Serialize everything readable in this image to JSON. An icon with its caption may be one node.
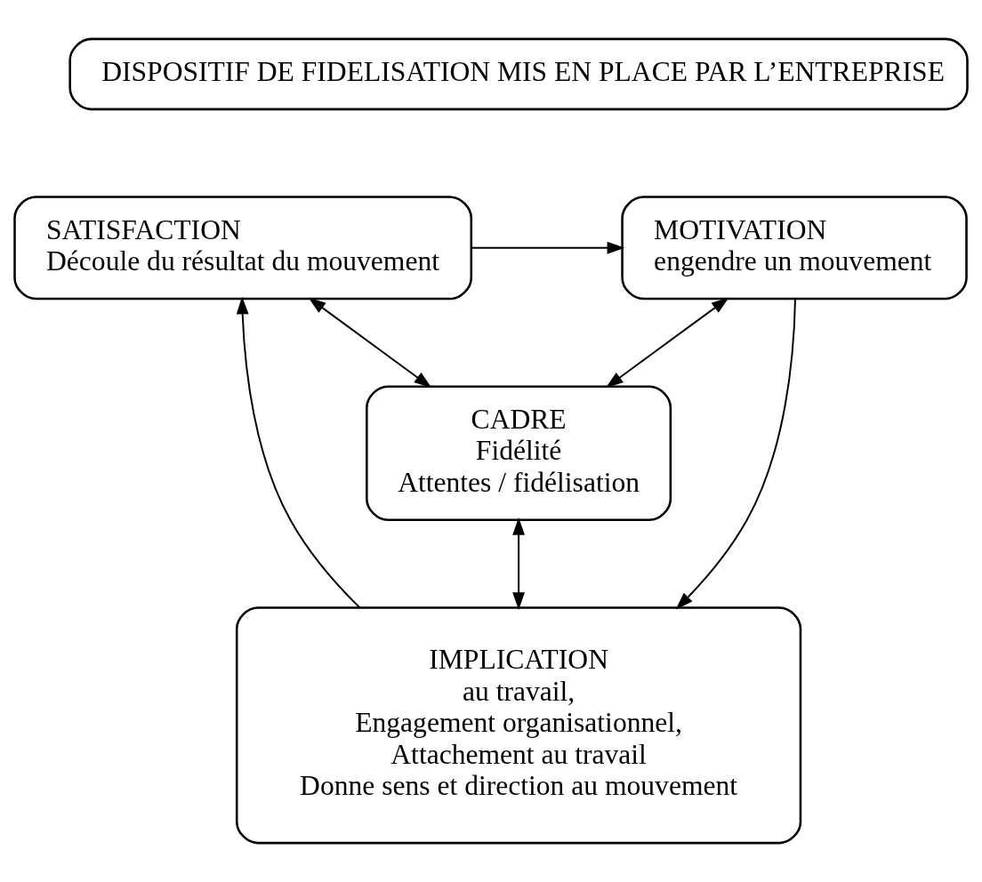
{
  "diagram": {
    "nodes": [
      {
        "text": [
          "DISPOSITIF DE FIDELISATION MIS EN PLACE PAR L’ENTREPRISE"
        ]
      },
      {
        "text": [
          "MOTIVATION",
          "engendre un mouvement"
        ]
      },
      {
        "text": [
          "SATISFACTION",
          "Découle du résultat du mouvement"
        ]
      },
      {
        "text": [
          "CADRE",
          "Fidélité",
          "Attentes / fidélisation"
        ]
      },
      {
        "text": [
          "IMPLICATION",
          "au travail,",
          "Engagement organisationnel,",
          "Attachement au travail",
          "Donne sens et direction au mouvement"
        ]
      }
    ],
    "edges": [
      {
        "from": 2,
        "to": 1,
        "arrow": "to"
      },
      {
        "from": 1,
        "to": 3,
        "arrow": "both"
      },
      {
        "from": 2,
        "to": 3,
        "arrow": "both"
      },
      {
        "from": 3,
        "to": 4,
        "arrow": "both"
      },
      {
        "from": 1,
        "to": 4,
        "arrow": "to"
      },
      {
        "from": 4,
        "to": 2,
        "arrow": "to"
      }
    ]
  }
}
